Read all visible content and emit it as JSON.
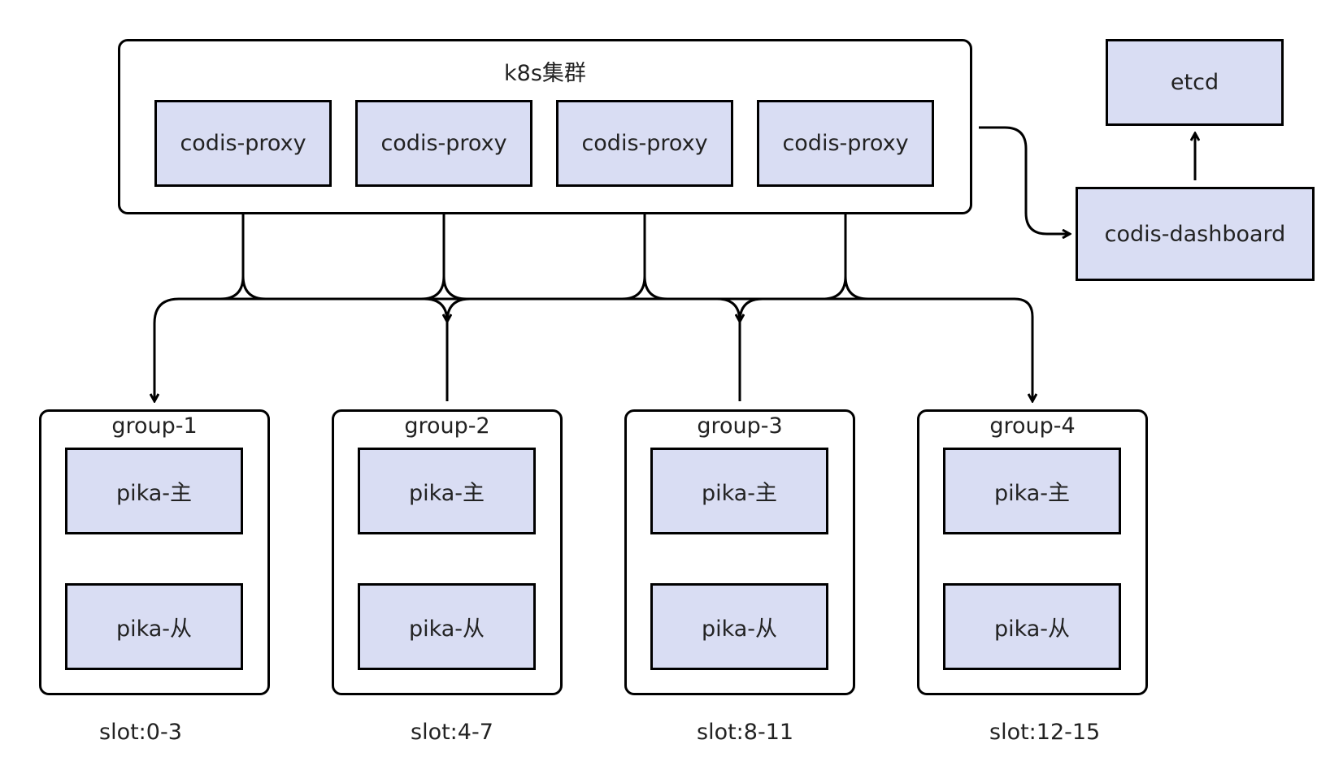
{
  "cluster": {
    "title": "k8s集群",
    "proxies": [
      "codis-proxy",
      "codis-proxy",
      "codis-proxy",
      "codis-proxy"
    ]
  },
  "etcd": {
    "label": "etcd"
  },
  "dashboard": {
    "label": "codis-dashboard"
  },
  "groups": [
    {
      "title": "group-1",
      "master": "pika-主",
      "slave": "pika-从",
      "slot": "slot:0-3"
    },
    {
      "title": "group-2",
      "master": "pika-主",
      "slave": "pika-从",
      "slot": "slot:4-7"
    },
    {
      "title": "group-3",
      "master": "pika-主",
      "slave": "pika-从",
      "slot": "slot:8-11"
    },
    {
      "title": "group-4",
      "master": "pika-主",
      "slave": "pika-从",
      "slot": "slot:12-15"
    }
  ],
  "colors": {
    "node_fill": "#d9ddf3",
    "stroke": "#000000"
  }
}
